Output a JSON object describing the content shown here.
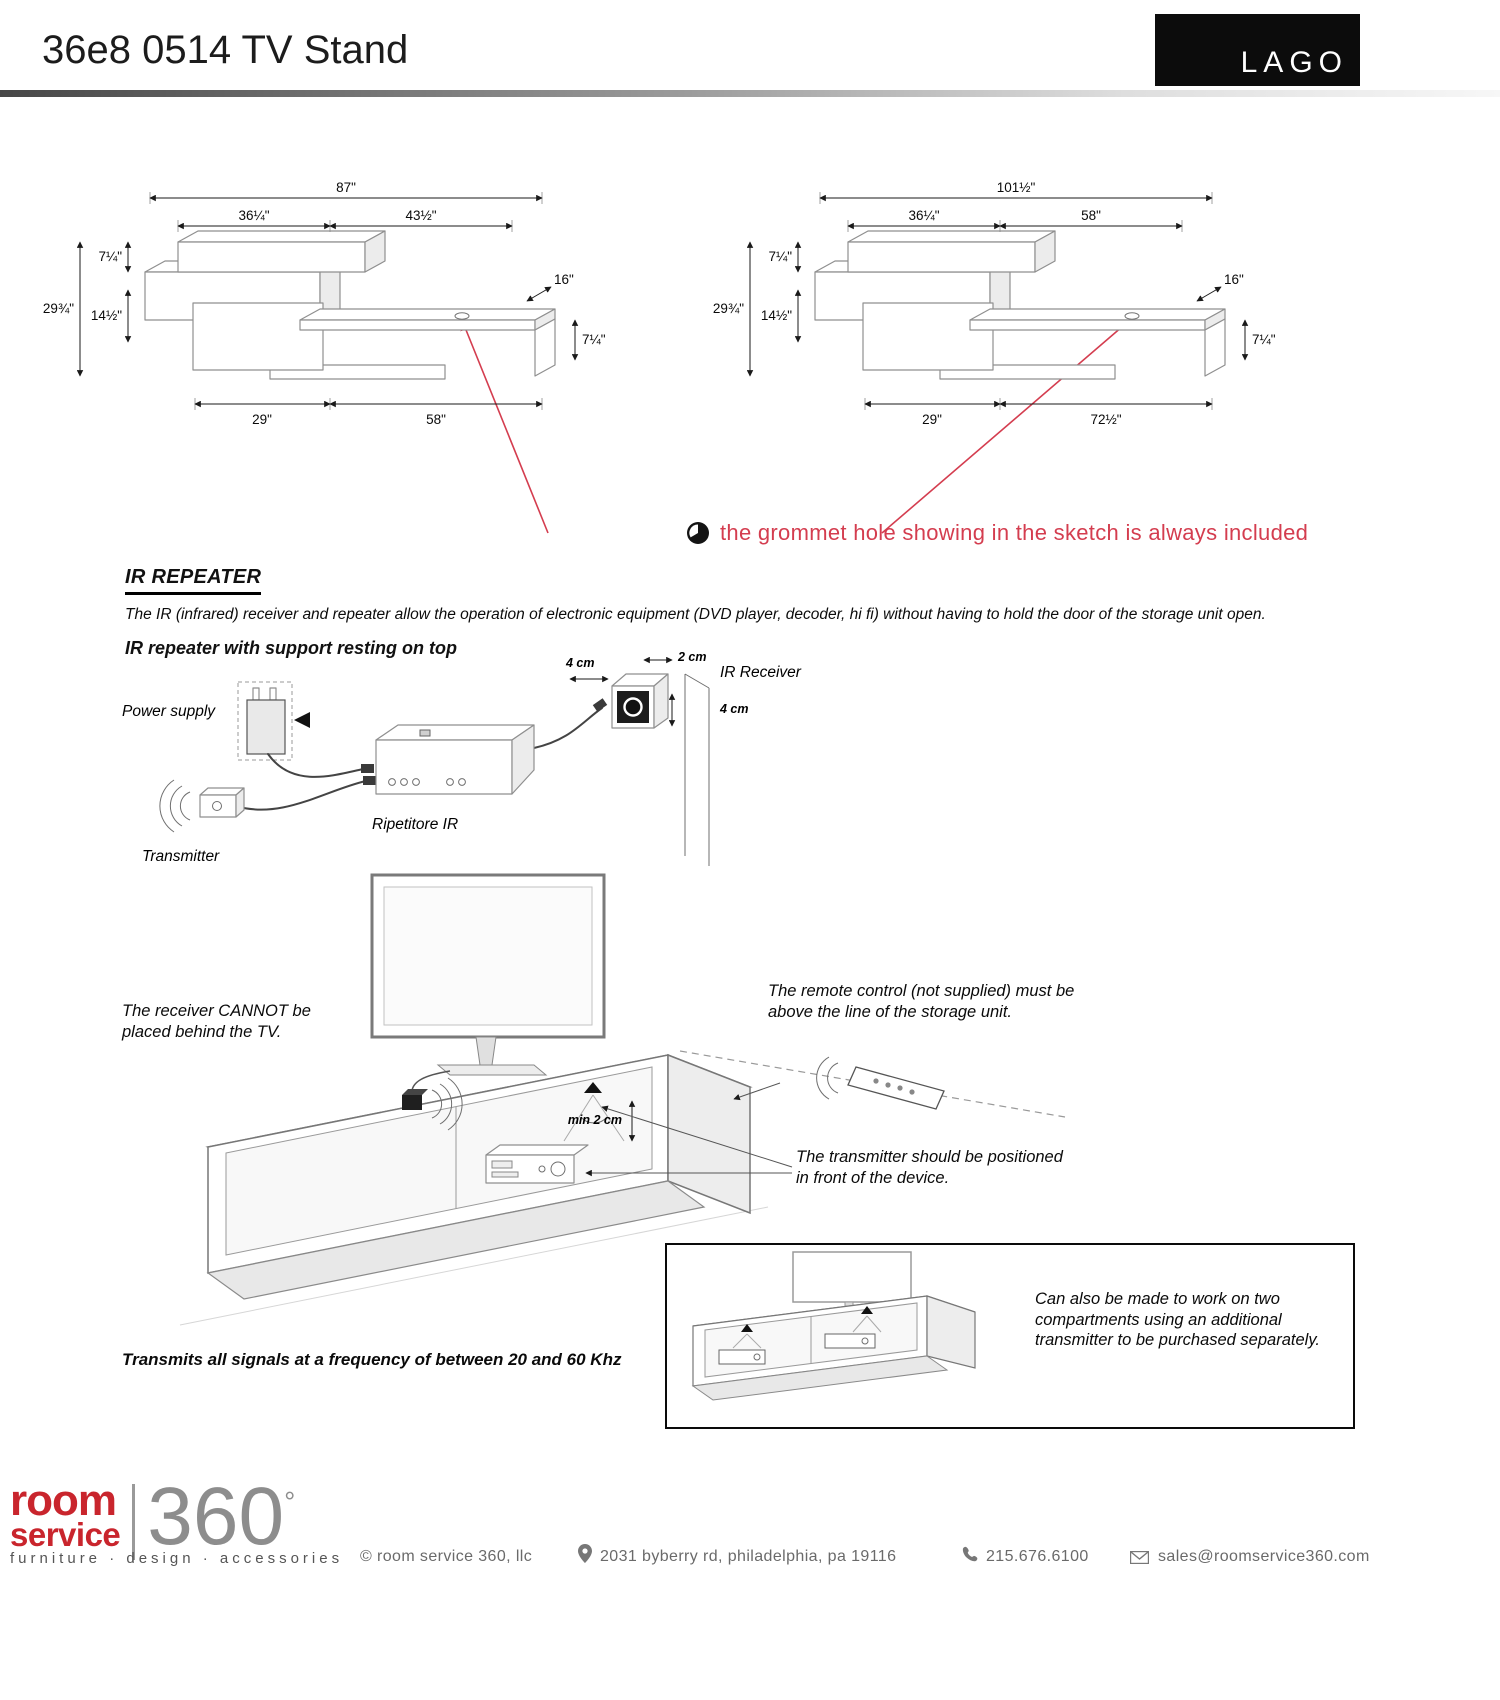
{
  "colors": {
    "accent_red": "#d43d4f",
    "logo_red": "#c9252d",
    "logo_gray": "#8d8d8d",
    "brand_black": "#0c0c0c"
  },
  "header": {
    "title": "36e8 0514 TV Stand",
    "brand": "LAGO"
  },
  "grommet_note": "the grommet hole showing in the sketch is always included",
  "drawings": [
    {
      "total_width": "87\"",
      "left_width": "36¼\"",
      "right_width": "43½\"",
      "top_height": "7¼\"",
      "overall_height": "29¾\"",
      "mid_height": "14½\"",
      "depth": "16\"",
      "shelf_height": "7¼\"",
      "bottom_left_width": "29\"",
      "bottom_right_width": "58\""
    },
    {
      "total_width": "101½\"",
      "left_width": "36¼\"",
      "right_width": "58\"",
      "top_height": "7¼\"",
      "overall_height": "29¾\"",
      "mid_height": "14½\"",
      "depth": "16\"",
      "shelf_height": "7¼\"",
      "bottom_left_width": "29\"",
      "bottom_right_width": "72½\""
    }
  ],
  "ir_repeater": {
    "heading": "IR REPEATER",
    "intro": "The IR (infrared) receiver and repeater allow the operation of electronic equipment (DVD player, decoder, hi fi) without having to hold the door of the storage unit open.",
    "subheading": "IR repeater with support resting on top",
    "diagram_labels": {
      "power_supply": "Power supply",
      "transmitter": "Transmitter",
      "repeater": "Ripetitore IR",
      "receiver": "IR Receiver",
      "dim_top": "4 cm",
      "dim_depth": "2 cm",
      "dim_side": "4 cm"
    },
    "notes": {
      "receiver": "The receiver CANNOT be placed behind the TV.",
      "remote": "The remote control (not supplied) must be above the line of the storage unit.",
      "min_gap": "min 2 cm",
      "transmitter": "The transmitter should be positioned in front of the device.",
      "frequency": "Transmits all signals at a frequency of between 20 and 60 Khz",
      "two_compartments": "Can also be made to work on two compartments using an additional transmitter to be purchased separately."
    }
  },
  "footer": {
    "logo_line1": "room",
    "logo_line2": "service",
    "logo_number": "360",
    "logo_degree": "°",
    "tagline": "furniture · design · accessories",
    "copyright": "© room service 360, llc",
    "address": "2031 byberry rd, philadelphia, pa 19116",
    "phone": "215.676.6100",
    "email": "sales@roomservice360.com"
  }
}
